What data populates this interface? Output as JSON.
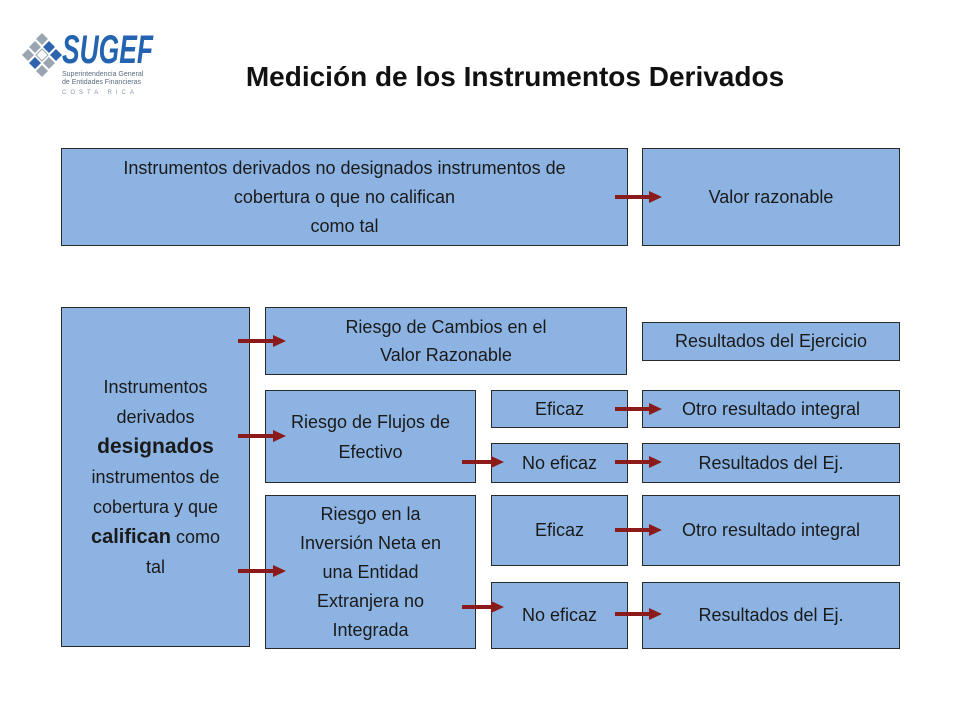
{
  "logo": {
    "name": "SUGEF",
    "subtitle_line_1": "Superintendencia General",
    "subtitle_line_2": "de Entidades Financieras",
    "country": "COSTA RICA"
  },
  "title": "Medición de los Instrumentos Derivados",
  "colors": {
    "box_fill": "#8db3e2",
    "box_border": "#2a2a2a",
    "arrow": "#8b1a1a",
    "logo_blue": "#2363b0",
    "logo_gray": "#9aa5b1"
  },
  "icons": {
    "logo": "sugef-diamond-logo-icon",
    "arrow": "right-arrow-icon"
  },
  "non_designated": {
    "lines": [
      "Instrumentos derivados no designados instrumentos de",
      "cobertura o que no califican",
      "como tal"
    ],
    "result": "Valor razonable"
  },
  "designated": {
    "line_1": "Instrumentos",
    "line_2": "derivados",
    "line_3_emphasis": "designados",
    "line_4": "instrumentos de",
    "line_5": "cobertura y que",
    "line_6_emphasis": "califican",
    "line_6_rest": "como",
    "line_7": "tal"
  },
  "fair_value_risk": {
    "lines": [
      "Riesgo de Cambios en el",
      "Valor Razonable"
    ],
    "result": "Resultados del Ejercicio"
  },
  "cash_flow_risk": {
    "lines": [
      "Riesgo de Flujos de",
      "Efectivo"
    ],
    "effective": {
      "label": "Eficaz",
      "result": "Otro resultado integral"
    },
    "ineffective": {
      "label": "No eficaz",
      "result": "Resultados del Ej."
    }
  },
  "net_investment_risk": {
    "lines": [
      "Riesgo en la",
      "Inversión Neta en",
      "una Entidad",
      "Extranjera no",
      "Integrada"
    ],
    "effective": {
      "label": "Eficaz",
      "result": "Otro resultado integral"
    },
    "ineffective": {
      "label": "No eficaz",
      "result": "Resultados del Ej."
    }
  }
}
